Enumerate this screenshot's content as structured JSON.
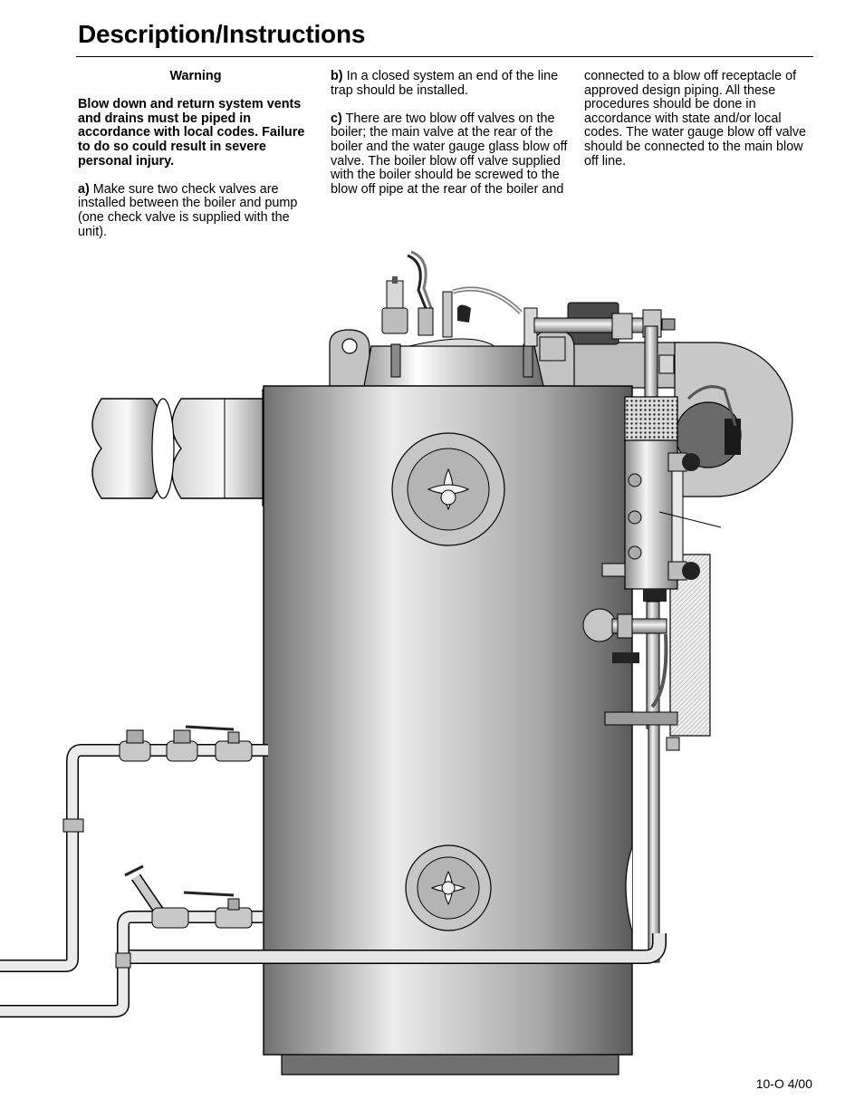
{
  "page": {
    "title": "Description/Instructions",
    "footer": "10-O 4/00"
  },
  "col1": {
    "warning_title": "Warning",
    "warning_body": "Blow down and return system vents and drains must be piped in accordance with local codes. Failure to do so could result in severe personal injury.",
    "item_a_label": "a)",
    "item_a_text": " Make sure two check valves are installed between the boiler and pump (one check valve is supplied with the unit)."
  },
  "col2": {
    "item_b_label": "b)",
    "item_b_text": " In a closed system an end of the line trap should be installed.",
    "item_c_label": "c)",
    "item_c_text": " There are two blow off valves on the boiler; the main valve at the rear of the boiler and the water gauge glass blow off valve. The boiler blow off valve supplied with the boiler should be screwed to the blow off pipe at the rear of the boiler and"
  },
  "col3": {
    "continued_text": "connected to a blow off receptacle of approved design piping. All these procedures should be done in accordance with state and/or local codes. The water gauge blow off valve should be connected to the main blow off line."
  },
  "colors": {
    "steel_dark": "#5f5f5f",
    "steel_light": "#e8e8e8",
    "outline": "#000000"
  }
}
